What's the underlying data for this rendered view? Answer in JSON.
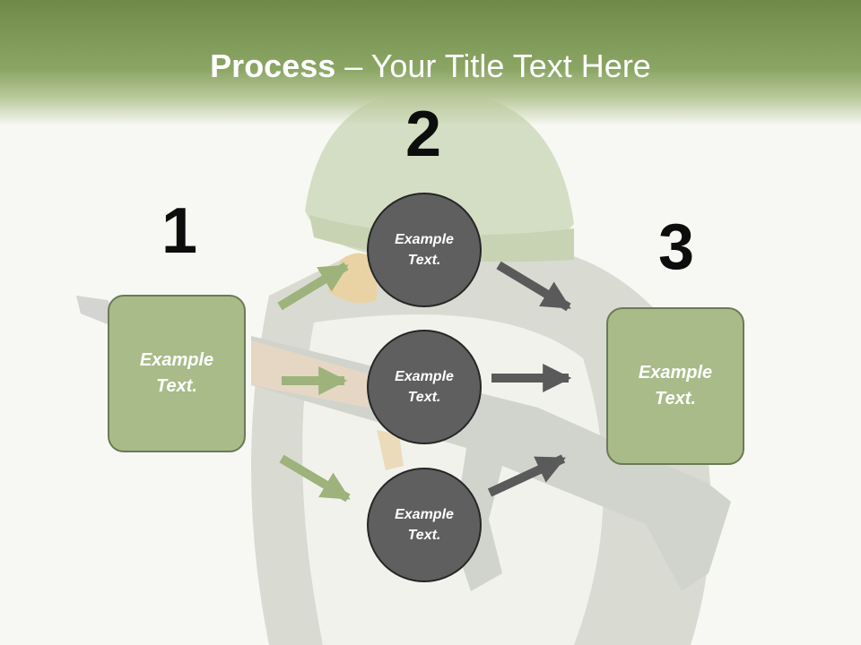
{
  "title": {
    "bold": "Process",
    "rest": " – Your Title Text Here"
  },
  "steps": {
    "n1": "1",
    "n2": "2",
    "n3": "3"
  },
  "left_box": {
    "text": "Example\nText."
  },
  "right_box": {
    "text": "Example\nText."
  },
  "circles": [
    {
      "text": "Example\nText."
    },
    {
      "text": "Example\nText."
    },
    {
      "text": "Example\nText."
    }
  ],
  "colors": {
    "header": "#7a9650",
    "box_fill": "#a8bb89",
    "circle_fill": "#5f5f5f",
    "arrow_green": "#9db37b",
    "arrow_gray": "#5a5a5a"
  }
}
